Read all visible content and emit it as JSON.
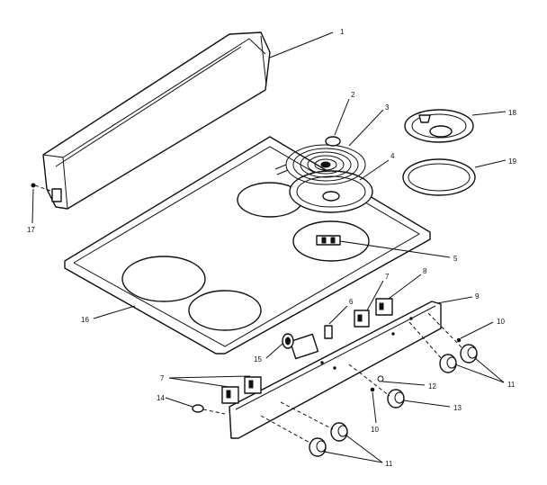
{
  "callouts": {
    "c1": "1",
    "c2": "2",
    "c3": "3",
    "c4": "4",
    "c5": "5",
    "c6": "6",
    "c7a": "7",
    "c7b": "7",
    "c8": "8",
    "c9": "9",
    "c10a": "10",
    "c10b": "10",
    "c11a": "11",
    "c11b": "11",
    "c12": "12",
    "c13": "13",
    "c14": "14",
    "c15": "15",
    "c16": "16",
    "c17": "17",
    "c18": "18",
    "c19": "19"
  }
}
